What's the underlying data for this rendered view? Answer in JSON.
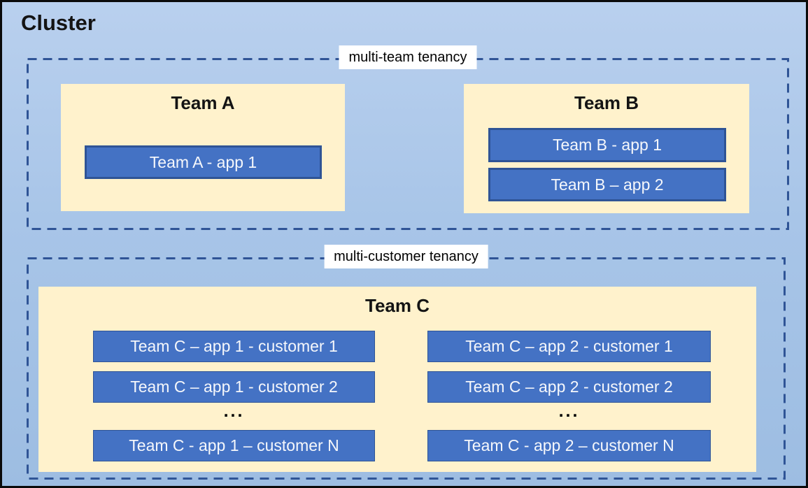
{
  "cluster": {
    "title": "Cluster"
  },
  "multi_team": {
    "label": "multi-team tenancy",
    "team_a": {
      "name": "Team A",
      "app1": "Team A - app 1"
    },
    "team_b": {
      "name": "Team B",
      "app1": "Team B - app 1",
      "app2": "Team B – app 2"
    }
  },
  "multi_customer": {
    "label": "multi-customer tenancy",
    "team_c": {
      "name": "Team C",
      "col1": {
        "row1": "Team C – app 1 - customer 1",
        "row2": "Team C – app 1 - customer 2",
        "ellipsis": "...",
        "rowN": "Team C - app 1 – customer N"
      },
      "col2": {
        "row1": "Team C – app 2 - customer 1",
        "row2": "Team C – app 2 - customer 2",
        "ellipsis": "...",
        "rowN": "Team C - app 2 – customer N"
      }
    }
  },
  "colors": {
    "background_blue_top": "#b9d0ee",
    "background_blue_bottom": "#9dbde2",
    "panel_cream": "#fff2cc",
    "app_fill_blue": "#4472c4",
    "app_border_navy": "#2f5496",
    "dashed_border_navy": "#2f5496",
    "label_chip_bg": "#ffffff",
    "outer_border": "#0a0a0a",
    "text_dark": "#141414",
    "text_on_blue": "#f5f7fb"
  }
}
